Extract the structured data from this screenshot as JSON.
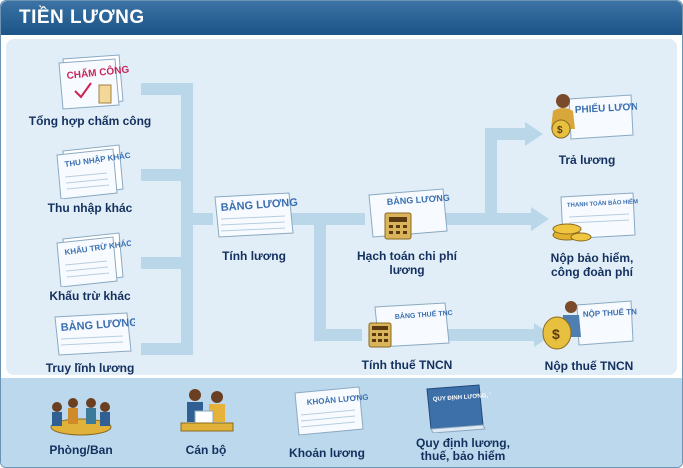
{
  "header": {
    "title": "TIỀN LƯƠNG"
  },
  "colors": {
    "header": "#1c5488",
    "panel": "#e1eef7",
    "bottom_panel": "#bcd8ec",
    "arrow": "#b9d7e8",
    "label": "#14305e"
  },
  "inputs": [
    {
      "label": "Tổng hợp chấm công",
      "doc_text": "CHẤM CÔNG"
    },
    {
      "label": "Thu nhập khác",
      "doc_text": "THU NHẬP KHÁC"
    },
    {
      "label": "Khấu trừ khác",
      "doc_text": "KHẤU TRỪ KHÁC"
    },
    {
      "label": "Truy lĩnh lương",
      "doc_text": "BẢNG LƯƠNG"
    }
  ],
  "process": {
    "tinh_luong": {
      "label": "Tính lương",
      "doc_text": "BẢNG LƯƠNG"
    },
    "hach_toan": {
      "label": "Hạch toán chi phí lương",
      "doc_text": "BẢNG LƯƠNG"
    },
    "tinh_thue": {
      "label": "Tính thuế TNCN",
      "doc_text": "BẢNG THUẾ TNCN"
    }
  },
  "outputs": [
    {
      "label": "Trả lương",
      "doc_text": "PHIẾU LƯƠNG"
    },
    {
      "label": "Nộp bảo hiểm, công đoàn phí",
      "doc_text": "THANH TOÁN BẢO HIỂM CÔNG ĐOÀN PHÍ"
    },
    {
      "label": "Nộp thuế TNCN",
      "doc_text": "NỘP THUẾ TNCN"
    }
  ],
  "bottom": [
    {
      "label": "Phòng/Ban"
    },
    {
      "label": "Cán bộ"
    },
    {
      "label": "Khoản lương",
      "doc_text": "KHOẢN LƯƠNG"
    },
    {
      "label": "Quy định lương, thuế, bảo hiểm",
      "doc_text": "QUY ĐỊNH LƯƠNG, THUẾ, BẢO HIỂM"
    }
  ]
}
